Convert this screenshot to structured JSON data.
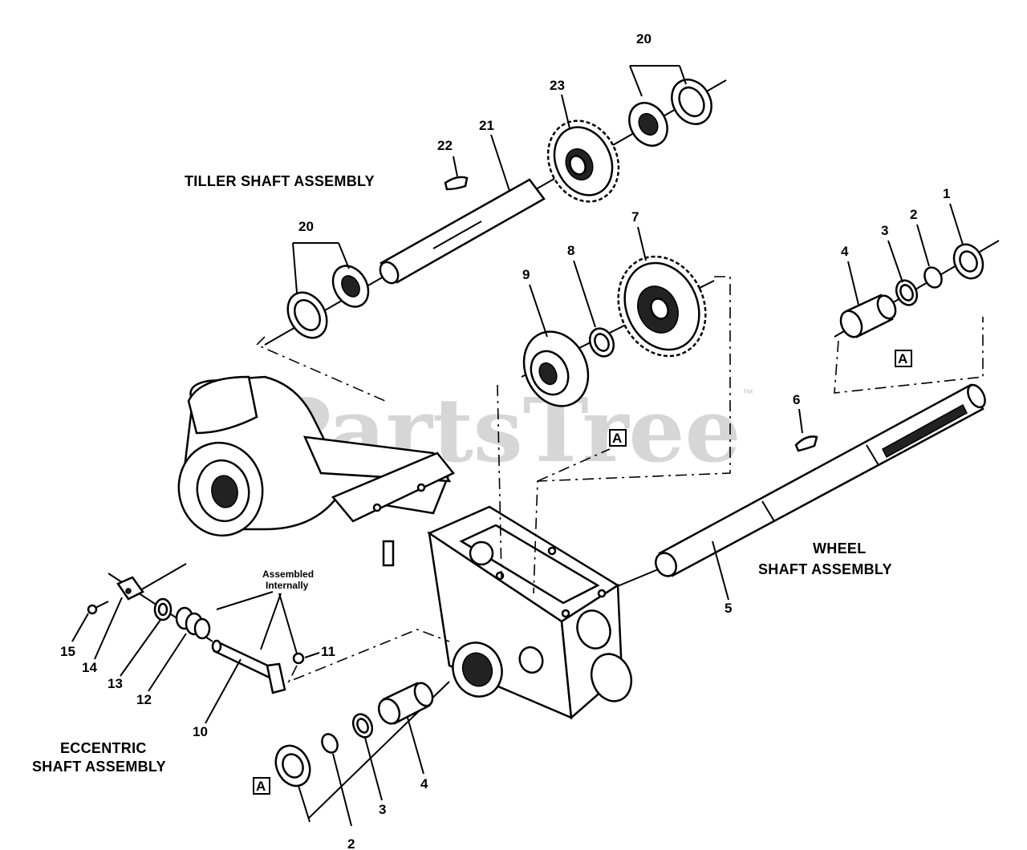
{
  "watermark": "PartsTree",
  "watermark_mark": "™",
  "assemblies": {
    "tiller": "TILLER SHAFT ASSEMBLY",
    "wheel_line1": "WHEEL",
    "wheel_line2": "SHAFT ASSEMBLY",
    "eccentric_line1": "ECCENTRIC",
    "eccentric_line2": "SHAFT ASSEMBLY",
    "assembled_line1": "Assembled",
    "assembled_line2": "Internally"
  },
  "reference_letter": "A",
  "callouts": [
    "1",
    "2",
    "3",
    "4",
    "5",
    "6",
    "7",
    "8",
    "9",
    "10",
    "11",
    "12",
    "13",
    "14",
    "15",
    "20",
    "20",
    "21",
    "22",
    "23",
    "4",
    "3",
    "2"
  ]
}
